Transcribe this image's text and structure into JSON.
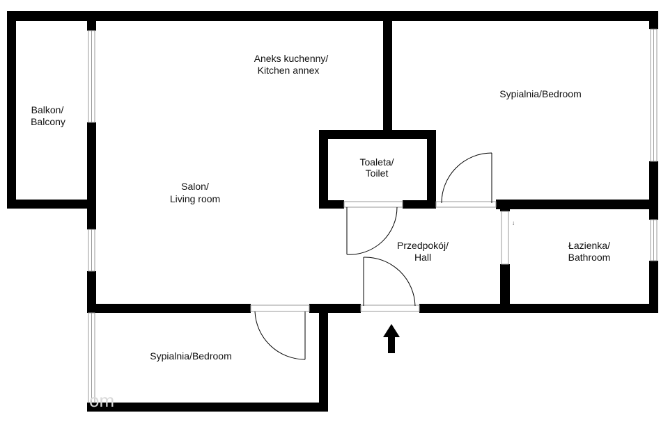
{
  "rooms": {
    "kitchen": {
      "line1": "Aneks kuchenny/",
      "line2": "Kitchen annex"
    },
    "bedroom_top": {
      "line1": "Sypialnia/Bedroom"
    },
    "balcony": {
      "line1": "Balkon/",
      "line2": "Balcony"
    },
    "living": {
      "line1": "Salon/",
      "line2": "Living room"
    },
    "toilet": {
      "line1": "Toaleta/",
      "line2": "Toilet"
    },
    "hall": {
      "line1": "Przedpokój/",
      "line2": "Hall"
    },
    "bathroom": {
      "line1": "Łazienka/",
      "line2": "Bathroom"
    },
    "bedroom_bottom": {
      "line1": "Sypialnia/Bedroom"
    }
  },
  "markers": {
    "small_label": "↓"
  },
  "watermark": {
    "text": "om"
  },
  "colors": {
    "wall": "#000000",
    "background": "#ffffff",
    "window": "#9a9a9a",
    "watermark": "#d9d9d9"
  }
}
